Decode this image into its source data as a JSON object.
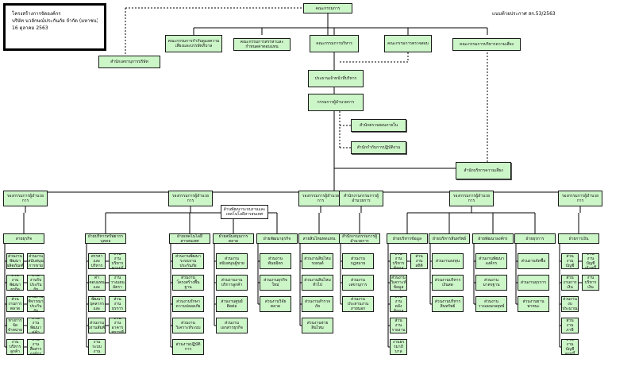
{
  "header": {
    "line1": "โครงสร้างการจัดองค์กร",
    "line2": "บริษัท นวลักษณ์ประกันภัย จำกัด (มหาชน)",
    "line3": "16 ตุลาคม 2563",
    "doc_ref": "แนบท้ายประกาศ สก.53/2563"
  },
  "nodes": {
    "board": "คณะกรรมการ",
    "risk_committee": "คณะกรรมการกำกับดูแลความเสี่ยงและบรรษัทภิบาล",
    "remuneration_committee": "คณะกรรมการสรรหาและกำหนดค่าตอบแทน",
    "executive_committee": "คณะกรรมการบริหาร",
    "audit_committee": "คณะกรรมการตรวจสอบ",
    "risk_management_committee": "คณะกรรมการบริหารความเสี่ยง",
    "company_secretary": "สำนักเลขานุการบริษัท",
    "chairman_exec": "ประธานเจ้าหน้าที่บริหาร",
    "ceo": "กรรมการผู้อำนวยการ",
    "audit_office": "สำนักตรวจสอบภายใน",
    "compliance_office": "สำนักกำกับการปฏิบัติงาน",
    "risk_office": "สำนักบริหารความเสี่ยง",
    "office_md": "สำนักงานกรรมการผู้อำนวยการ",
    "sub_note": "ด้านพัฒนาระบบงานและเทคโนโลยีสารสนเทศ"
  },
  "divisions": [
    {
      "head": "รองกรรมการผู้อำนวยการ",
      "groups": [
        {
          "name": "สายธุรกิจ",
          "items": [
            "ส่วนงานพัฒนาผลิตภัณฑ์",
            "ส่วนงานพัฒนาธุรกิจ",
            "ส่วนงานการตลาด",
            "ส่วนงานช่องทางการจัดจำหน่ายและพันธมิตร",
            "ส่วนงานบริหารลูกค้าสัมพันธ์",
            "ส่วนงานสนับสนุนการขาย",
            "ส่วนงานรับประกันภัย",
            "ส่วนงานพิจารณาประกันภัย",
            "ส่วนงานพัฒนาคู่ค้า",
            "ส่วนงานสื่อสารองค์กร"
          ]
        }
      ]
    },
    {
      "head": "รองกรรมการผู้อำนวยการ",
      "groups": [
        {
          "name": "ฝ่ายบริหารทรัพยากรบุคคล",
          "items": [
            "ส่วนงานสรรหาและบริหารบุคลากร",
            "ส่วนงานค่าตอบแทนและสวัสดิการ",
            "ส่วนงานพัฒนาบุคลากรและองค์กร",
            "ส่วนงานแรงงานสัมพันธ์",
            "ส่วนงานระบบงานบุคคล",
            "ส่วนงานบริหารความรู้",
            "ส่วนงานวางแผนอัตรากำลัง",
            "ส่วนงานธุรการ",
            "ส่วนงานอาคารสถานที่"
          ]
        },
        {
          "name": "ฝ่ายเทคโนโลยีสารสนเทศ",
          "items": [
            "ส่วนงานพัฒนาระบบงานประกันภัย",
            "ส่วนงานโครงสร้างพื้นฐาน",
            "ส่วนงานรักษาความปลอดภัย",
            "ส่วนงานวิเคราะห์ระบบ",
            "ส่วนงานปฏิบัติการ"
          ]
        },
        {
          "name": "ฝ่ายสนับสนุนการตลาด",
          "items": [
            "ส่วนงานสนับสนุนผู้ขาย",
            "ส่วนงานงานบริการลูกค้า",
            "ส่วนงานศูนย์ติดต่อ",
            "ส่วนงานเอกสารธุรกิจ"
          ]
        },
        {
          "name": "ฝ่ายพัฒนาธุรกิจ",
          "items": [
            "ส่วนงานพันธมิตร",
            "ส่วนงานธุรกิจใหม่",
            "ส่วนงานวิจัยตลาด"
          ]
        }
      ]
    },
    {
      "head": "รองกรรมการผู้อำนวยการ",
      "groups": [
        {
          "name": "สายสินไหมทดแทน",
          "items": [
            "ส่วนงานสินไหมรถยนต์",
            "ส่วนงานสินไหมทั่วไป",
            "ส่วนงานสำรวจภัย",
            "ส่วนงานจ่ายสินไหม"
          ]
        }
      ]
    },
    {
      "head": "สำนักงานกรรมการผู้อำนวยการ",
      "groups": [
        {
          "name": "สำนักงานกรรมการผู้อำนวยการ",
          "items": [
            "ส่วนงานกฎหมาย",
            "ส่วนงานเลขานุการ",
            "ส่วนงานประสานงานภายนอก"
          ]
        }
      ]
    },
    {
      "head": "รองกรรมการผู้อำนวยการ",
      "groups": [
        {
          "name": "ฝ่ายบริหารข้อมูล",
          "items": [
            "ส่วนงานบริหารข้อมูล",
            "ส่วนงานวิเคราะห์ข้อมูล",
            "ส่วนงานคลังข้อมูล",
            "ส่วนงานรายงาน",
            "ส่วนงานธรรมาภิบาลข้อมูล",
            "ส่วนงานสถิติ"
          ]
        },
        {
          "name": "ฝ่ายบริหารสินทรัพย์",
          "items": [
            "ส่วนงานลงทุน",
            "ส่วนงานบริหารเงินสด",
            "ส่วนงานบริหารสินทรัพย์"
          ]
        },
        {
          "name": "ฝ่ายพัฒนาองค์กร",
          "items": [
            "ส่วนงานพัฒนาองค์กร",
            "ส่วนงานมาตรฐาน",
            "ส่วนงานวางแผนกลยุทธ์"
          ]
        },
        {
          "name": "ฝ่ายธุรการ",
          "items": [
            "ส่วนงานจัดซื้อ",
            "ส่วนงานธุรการ",
            "ส่วนงานยานพาหนะ"
          ]
        }
      ]
    },
    {
      "head": "รองกรรมการผู้อำนวยการ",
      "groups": [
        {
          "name": "ฝ่ายการเงิน",
          "items": [
            "ส่วนงานบัญชี",
            "ส่วนงานการเงิน",
            "ส่วนงานงบประมาณ",
            "ส่วนงานภาษี",
            "ส่วนงานบัญชีลูกหนี้",
            "ส่วนงานบัญชีเจ้าหนี้",
            "ส่วนงานบริหารเงินลงทุน"
          ]
        }
      ]
    }
  ]
}
